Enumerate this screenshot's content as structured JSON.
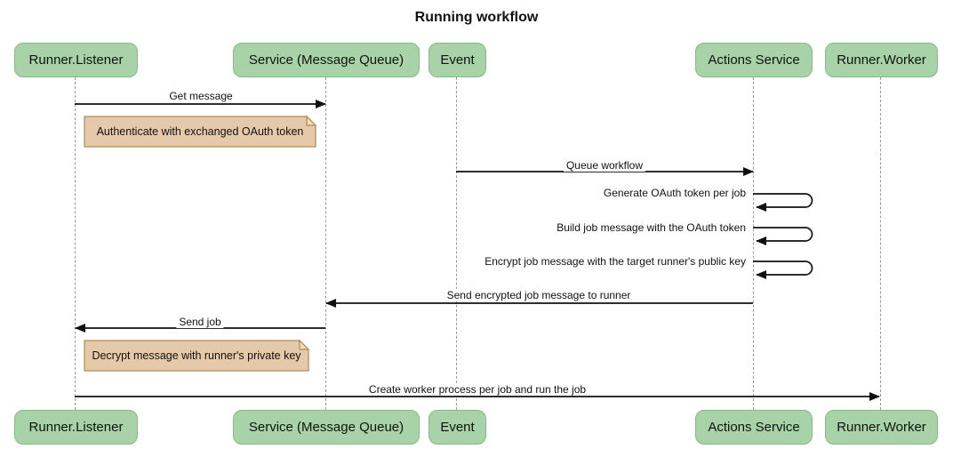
{
  "title": "Running workflow",
  "diagram_type": "sequence",
  "participants": [
    {
      "id": "runner-listener",
      "label": "Runner.Listener"
    },
    {
      "id": "service-message-queue",
      "label": "Service (Message Queue)"
    },
    {
      "id": "event",
      "label": "Event"
    },
    {
      "id": "actions-service",
      "label": "Actions Service"
    },
    {
      "id": "runner-worker",
      "label": "Runner.Worker"
    }
  ],
  "messages": [
    {
      "from": "runner-listener",
      "to": "service-message-queue",
      "label": "Get message",
      "self": false
    },
    {
      "from": "event",
      "to": "actions-service",
      "label": "Queue workflow",
      "self": false
    },
    {
      "from": "actions-service",
      "to": "actions-service",
      "label": "Generate OAuth token per job",
      "self": true
    },
    {
      "from": "actions-service",
      "to": "actions-service",
      "label": "Build job message with the OAuth token",
      "self": true
    },
    {
      "from": "actions-service",
      "to": "actions-service",
      "label": "Encrypt job message with the target runner's public key",
      "self": true
    },
    {
      "from": "actions-service",
      "to": "service-message-queue",
      "label": "Send encrypted job message to runner",
      "self": false
    },
    {
      "from": "service-message-queue",
      "to": "runner-listener",
      "label": "Send job",
      "self": false
    },
    {
      "from": "runner-listener",
      "to": "runner-worker",
      "label": "Create worker process per job and run the job",
      "self": false
    }
  ],
  "notes": [
    {
      "position": "right of runner-listener",
      "label": "Authenticate with exchanged OAuth token"
    },
    {
      "position": "right of runner-listener",
      "label": "Decrypt message with runner's private key"
    }
  ],
  "colors": {
    "participant_fill": "#A8D3A8",
    "participant_border": "#84BA84",
    "note_fill": "#E6C9A8",
    "note_fold_fill": "#F0DBBC",
    "note_border": "#AE8A55",
    "lifeline": "#9A9A9A",
    "line": "#111111",
    "text": "#111111",
    "background": "#FFFFFF"
  }
}
